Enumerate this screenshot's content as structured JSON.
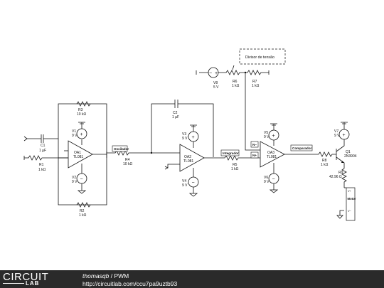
{
  "components": {
    "c1": {
      "name": "C1",
      "value": "1 µF"
    },
    "r1": {
      "name": "R1",
      "value": "1 kΩ"
    },
    "r3": {
      "name": "R3",
      "value": "10 kΩ"
    },
    "r2": {
      "name": "R2",
      "value": "1 kΩ"
    },
    "v1": {
      "name": "V1",
      "value": "9 V"
    },
    "v2": {
      "name": "V2",
      "value": "9 V"
    },
    "oa1": {
      "name": "OA1",
      "part": "TL081"
    },
    "r4": {
      "name": "R4",
      "value": "10 kΩ"
    },
    "c2": {
      "name": "C2",
      "value": "1 µF"
    },
    "v3": {
      "name": "V3",
      "value": "9 V"
    },
    "v4": {
      "name": "V4",
      "value": "9 V"
    },
    "oa2": {
      "name": "OA2",
      "part": "TL081"
    },
    "r5": {
      "name": "R5",
      "value": "1 kΩ"
    },
    "v8": {
      "name": "V8",
      "value": "5 V"
    },
    "r6": {
      "name": "R6",
      "value": "1 kΩ"
    },
    "r7": {
      "name": "R7",
      "value": "1 kΩ"
    },
    "v5": {
      "name": "V5",
      "value": "9 V"
    },
    "v6": {
      "name": "V6",
      "value": "9 V"
    },
    "oa3": {
      "name": "OA3",
      "part": "TL081"
    },
    "r8": {
      "name": "R8",
      "value": "1 kΩ"
    },
    "q1": {
      "name": "Q1",
      "part": "2N3904"
    },
    "r9": {
      "name": "R9",
      "value": "42.96 Ω"
    },
    "v7": {
      "name": "V7",
      "value": "9 V"
    }
  },
  "nets": {
    "oscilador": "Oscilador",
    "integrador": "Integrador",
    "comparador": "Comparador",
    "n_minus": "N−",
    "n_plus": "N+"
  },
  "divider_box": "Divisor de tensão",
  "motor": {
    "label": "Motor",
    "pin_plus": "V+",
    "pin_minus": "V−"
  },
  "footer": {
    "logo_main": "CIRCUIT",
    "logo_sub": "LAB",
    "author": "thomasqb",
    "separator": " / ",
    "title": "PWM",
    "url": "http://circuitlab.com/ccu7pa9uztb93"
  }
}
